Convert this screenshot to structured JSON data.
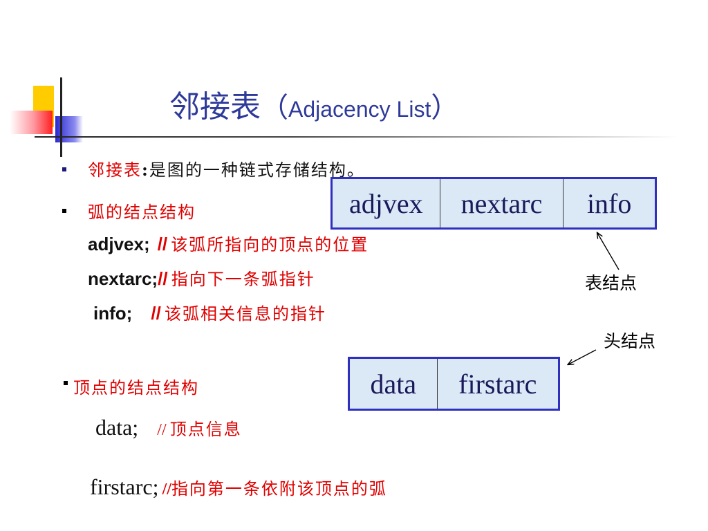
{
  "title": {
    "zh": "邻接表",
    "open_paren": "（",
    "en": "Adjacency List",
    "close_paren": "）"
  },
  "bullets": {
    "b1_term": "邻接表",
    "b1_colon": ":",
    "b1_desc": "是图的一种链式存储结构。",
    "b2_head": "弧的结点结构",
    "fields": [
      {
        "name": "adjvex;",
        "comment_mark": "//",
        "comment": "该弧所指向的顶点的位置"
      },
      {
        "name": "nextarc;",
        "comment_mark": "//",
        "comment": "指向下一条弧指针"
      },
      {
        "name": "info;",
        "comment_mark": "//",
        "comment": "该弧相关信息的指针"
      }
    ],
    "b3_head": "顶点的结点结构",
    "vfields": [
      {
        "name": "data;",
        "comment_mark": "//",
        "comment": "顶点信息"
      },
      {
        "name": "firstarc;",
        "comment_mark": "//",
        "comment": "指向第一条依附该顶点的弧"
      }
    ]
  },
  "arc_node": {
    "cells": [
      "adjvex",
      "nextarc",
      "info"
    ],
    "label": "表结点"
  },
  "vertex_node": {
    "cells": [
      "data",
      "firstarc"
    ],
    "label": "头结点"
  },
  "colors": {
    "title": "#2e3a9a",
    "comment": "#e00000",
    "node_border": "#2f2fc0",
    "node_fill": "#dbe9f7"
  }
}
